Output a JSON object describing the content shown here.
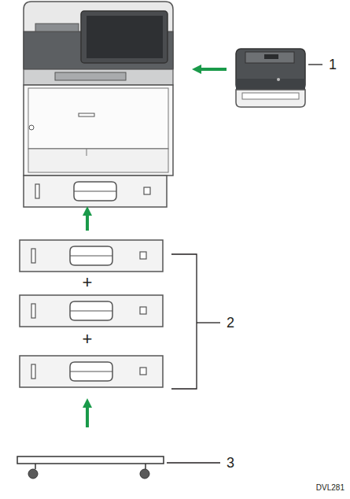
{
  "diagram": {
    "labels": [
      "1",
      "+",
      "+",
      "2",
      "3",
      "DVL281"
    ]
  }
}
